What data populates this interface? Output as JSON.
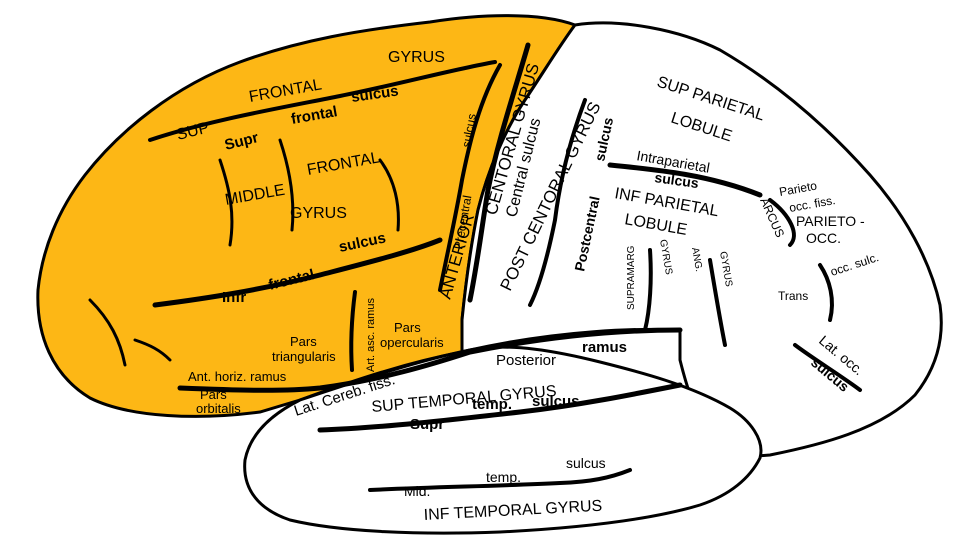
{
  "colors": {
    "frontal_lobe": "#FDB715",
    "background": "#ffffff",
    "outline": "#000000"
  },
  "labels": {
    "gyrus_top": "GYRUS",
    "frontal_top": "FRONTAL",
    "sup": "SUP",
    "sulcus_1": "sulcus",
    "supr": "Supr",
    "frontal_lower": "frontal",
    "middle": "MIDDLE",
    "frontal_mid": "FRONTAL",
    "gyrus_mid": "GYRUS",
    "infr": "Infr",
    "frontal_infr": "frontal",
    "sulcus_infr": "sulcus",
    "pars_tri_1": "Pars",
    "pars_tri_2": "triangularis",
    "pars_oper_1": "Pars",
    "pars_oper_2": "opercularis",
    "ant_horiz_ramus": "Ant. horiz. ramus",
    "pars_orb_1": "Pars",
    "pars_orb_2": "orbitalis",
    "art_asc_ramus": "Art. asc. ramus",
    "anterior": "ANTERIOR",
    "centoral_gyrus_a": "CENTORAL GYRUS",
    "precentral": "Precentral",
    "sulcus_pre": "sulcus",
    "central_sulcus": "Central sulcus",
    "post_centoral_gyrus": "POST CENTORAL GYRUS",
    "postcentral": "Postcentral",
    "sulcus_post": "sulcus",
    "sup_parietal": "SUP PARIETAL",
    "lobule_sup": "LOBULE",
    "intraparietal": "Intraparietal",
    "sulcus_intra": "sulcus",
    "inf_parietal": "INF PARIETAL",
    "lobule_inf": "LOBULE",
    "parieto_small": "Parieto",
    "occ_fiss": "occ. fiss.",
    "arcus": "ARCUS",
    "parieto_occ_1": "PARIETO -",
    "parieto_occ_2": "OCC.",
    "trans": "Trans",
    "occ_sulc": "occ. sulc.",
    "supramarg": "SUPRAMARG",
    "gyrus_supramarg": "GYRUS",
    "ang": "ANG.",
    "gyrus_ang": "GYRUS",
    "lat_occ": "Lat. occ.",
    "sulcus_occ": "sulcus",
    "posterior": "Posterior",
    "ramus_post": "ramus",
    "lat_cereb_fiss": "Lat. Cereb. fiss.",
    "sup_temporal_gyrus": "SUP TEMPORAL GYRUS",
    "supr_t": "Supr",
    "temp_supr": "temp.",
    "sulcus_supr_t": "sulcus",
    "mid": "Mid.",
    "temp_mid": "temp.",
    "sulcus_mid_t": "sulcus",
    "inf_temporal_gyrus": "INF TEMPORAL GYRUS"
  }
}
